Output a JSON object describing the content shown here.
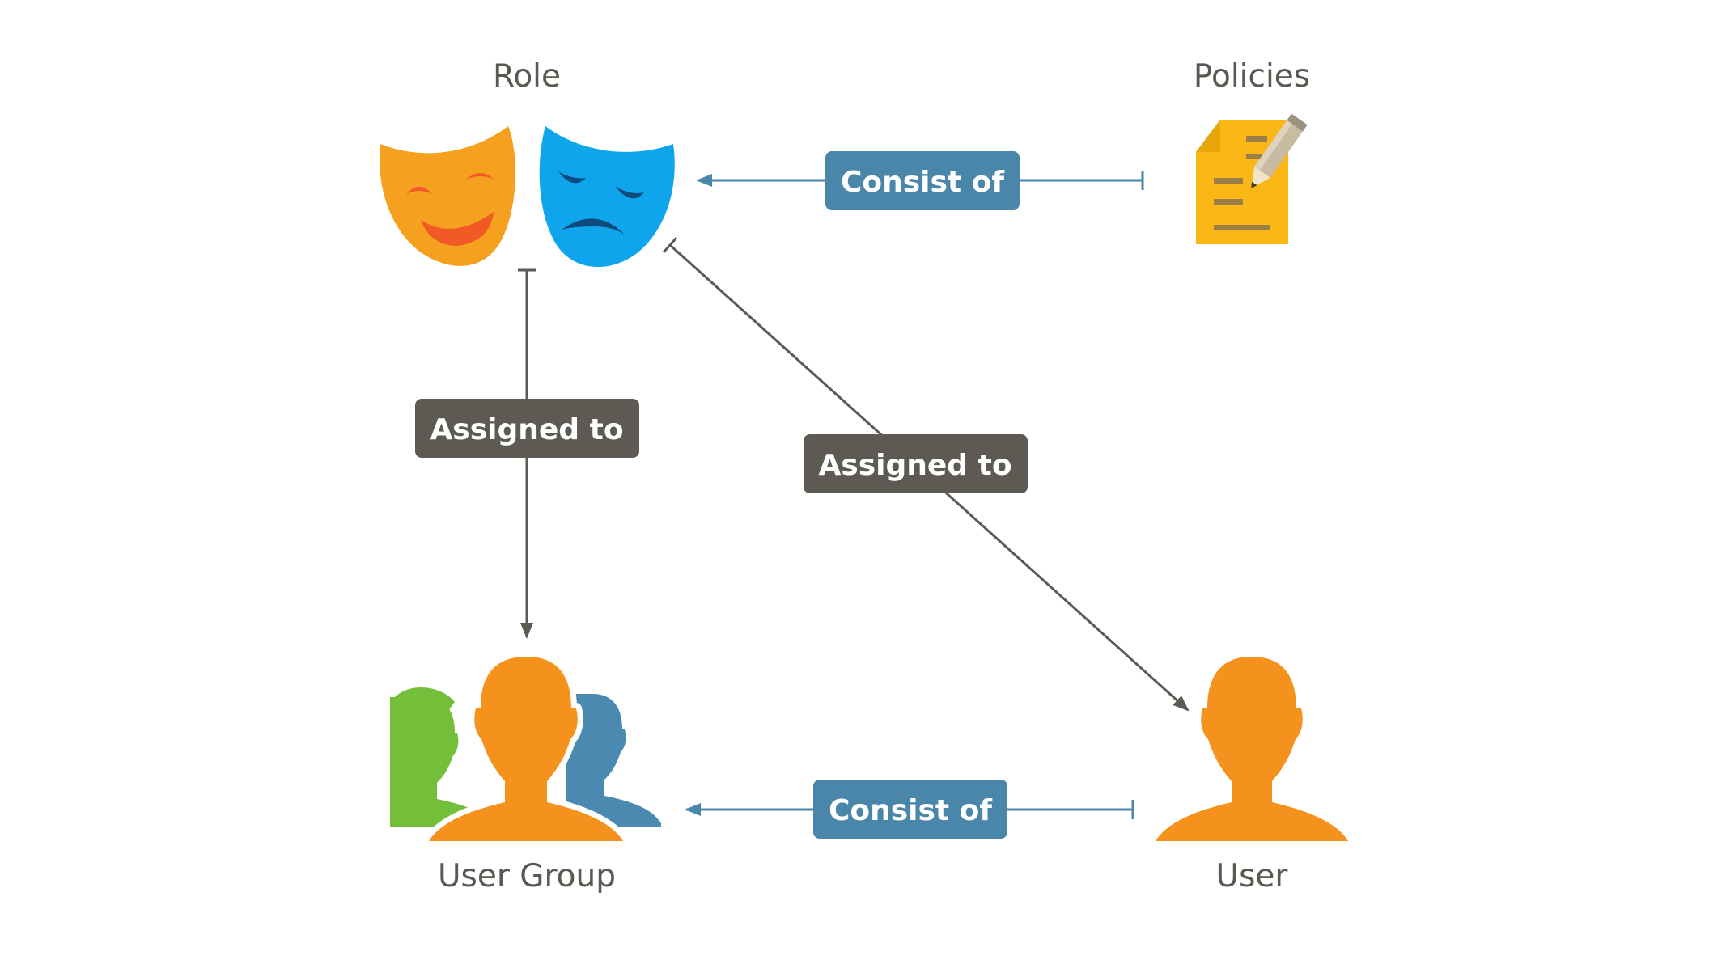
{
  "nodes": {
    "role": {
      "label": "Role"
    },
    "policies": {
      "label": "Policies"
    },
    "user_group": {
      "label": "User Group"
    },
    "user": {
      "label": "User"
    }
  },
  "edges": {
    "policies_to_role": {
      "label": "Consist of"
    },
    "role_to_user_group": {
      "label": "Assigned to"
    },
    "role_to_user": {
      "label": "Assigned to"
    },
    "user_to_user_group": {
      "label": "Consist of"
    }
  },
  "colors": {
    "consist_of": "#4a86aa",
    "assigned_to": "#5d5a53",
    "label_text": "#5b5751",
    "orange": "#f5921e",
    "green": "#74bf3a",
    "blue_person": "#4a8ab0",
    "mask_orange": "#f6a020",
    "mask_blue": "#0ea5ec",
    "document_yellow": "#fbb716"
  },
  "icons": {
    "role": "theater-masks-icon",
    "policies": "document-with-pencil-icon",
    "user_group": "user-group-icon",
    "user": "user-icon"
  }
}
